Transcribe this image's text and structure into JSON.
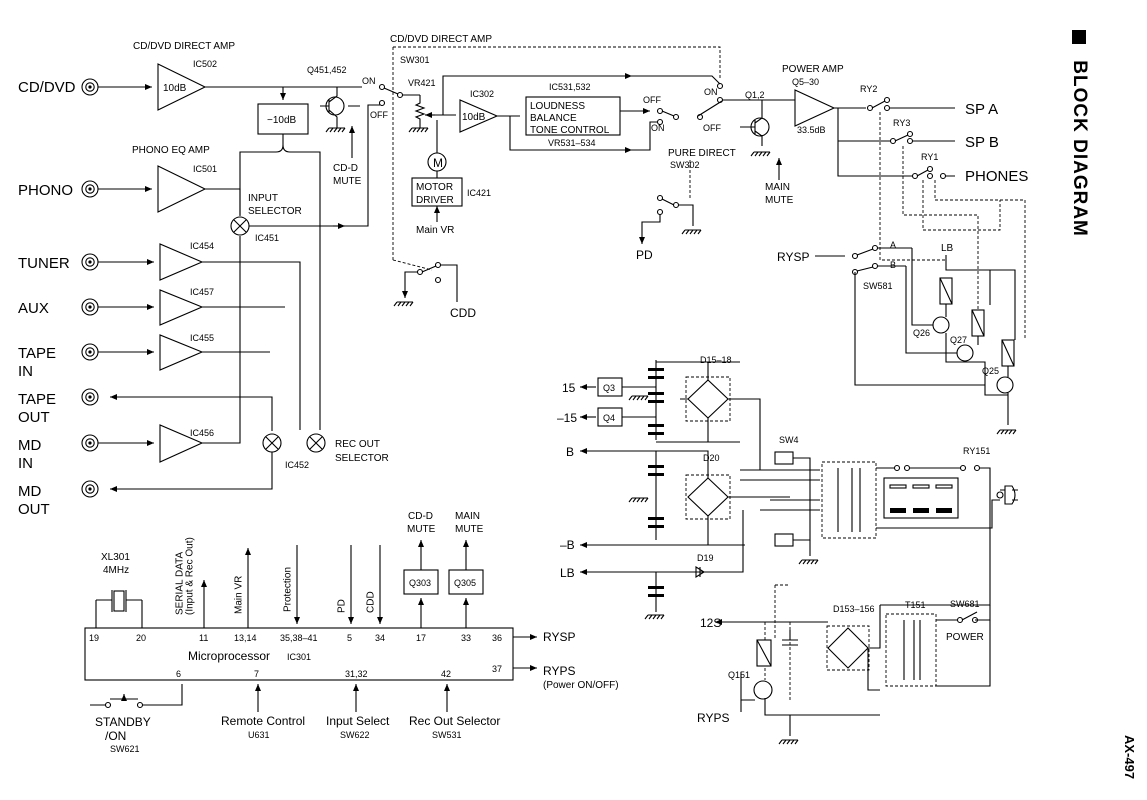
{
  "title": "BLOCK DIAGRAM",
  "model": "AX-497",
  "inputs": {
    "cd_dvd": "CD/DVD",
    "phono": "PHONO",
    "tuner": "TUNER",
    "aux": "AUX",
    "tape_in_1": "TAPE",
    "tape_in_2": "IN",
    "tape_out_1": "TAPE",
    "tape_out_2": "OUT",
    "md_in_1": "MD",
    "md_in_2": "IN",
    "md_out_1": "MD",
    "md_out_2": "OUT"
  },
  "labels": {
    "cd_direct_amp": "CD/DVD DIRECT AMP",
    "cd_direct_amp_top": "CD/DVD DIRECT AMP",
    "ic502": "IC502",
    "gain_10db": "10dB",
    "q451": "Q451,452",
    "minus10": "−10dB",
    "phono_eq": "PHONO EQ AMP",
    "ic501": "IC501",
    "input_sel_1": "INPUT",
    "input_sel_2": "SELECTOR",
    "ic451": "IC451",
    "ic454": "IC454",
    "ic457": "IC457",
    "ic455": "IC455",
    "ic456": "IC456",
    "rec_out_1": "REC OUT",
    "rec_out_2": "SELECTOR",
    "ic452": "IC452",
    "sw301": "SW301",
    "on": "ON",
    "off": "OFF",
    "cdd_mute_1": "CD-D",
    "cdd_mute_2": "MUTE",
    "vr421": "VR421",
    "ic302": "IC302",
    "gain2": "10dB",
    "motor_m": "M",
    "motor_1": "MOTOR",
    "motor_2": "DRIVER",
    "ic421": "IC421",
    "main_vr": "Main VR",
    "cdd": "CDD",
    "ic531": "IC531,532",
    "loud_1": "LOUDNESS",
    "loud_2": "BALANCE",
    "loud_3": "TONE CONTROL",
    "vr531": "VR531–534",
    "off2": "OFF",
    "on2": "ON",
    "off3": "OFF",
    "pure_direct": "PURE DIRECT",
    "sw302": "SW302",
    "pd": "PD",
    "power_amp": "POWER AMP",
    "q5": "Q5–30",
    "on3": "ON",
    "q12": "Q1,2",
    "gain3": "33.5dB",
    "main_mute_1": "MAIN",
    "main_mute_2": "MUTE",
    "ry2": "RY2",
    "ry3": "RY3",
    "ry1": "RY1",
    "spa": "SP A",
    "spb": "SP B",
    "phones": "PHONES",
    "rysp": "RYSP",
    "a": "A",
    "b": "B",
    "sw581": "SW581",
    "lb": "LB",
    "q26": "Q26",
    "q27": "Q27",
    "q25": "Q25",
    "p15": "15",
    "m15": "–15",
    "q3": "Q3",
    "q4": "Q4",
    "d15": "D15–18",
    "d20": "D20",
    "sw4": "SW4",
    "bplus": "B",
    "bminus": "–B",
    "lb2": "LB",
    "d19": "D19",
    "ry151": "RY151",
    "s12": "12S",
    "q151": "Q151",
    "ryps_in": "RYPS",
    "d153": "D153–156",
    "t151": "T151",
    "sw681": "SW681",
    "power": "POWER"
  },
  "micro": {
    "title": "Microprocessor",
    "ic": "IC301",
    "xl_1": "XL301",
    "xl_2": "4MHz",
    "pins": {
      "p19": "19",
      "p20": "20",
      "p11": "11",
      "p1314": "13,14",
      "p35": "35,38–41",
      "p5": "5",
      "p34": "34",
      "p17": "17",
      "p33": "33",
      "p36": "36",
      "p37": "37",
      "p6": "6",
      "p7": "7",
      "p3132": "31,32",
      "p42": "42"
    },
    "serial_1": "SERIAL DATA",
    "serial_2": "(Input & Rec Out)",
    "main_vr": "Main VR",
    "protection": "Protection",
    "pd": "PD",
    "cdd": "CDD",
    "cdd_mute_1": "CD-D",
    "cdd_mute_2": "MUTE",
    "main_mute_1": "MAIN",
    "main_mute_2": "MUTE",
    "q303": "Q303",
    "q305": "Q305",
    "rysp": "RYSP",
    "ryps": "RYPS",
    "ryps_note": "(Power ON/OFF)",
    "standby_1": "STANDBY",
    "standby_2": "/ON",
    "sw621": "SW621",
    "remote": "Remote Control",
    "u631": "U631",
    "input_sel": "Input Select",
    "sw622": "SW622",
    "rec_sel": "Rec Out Selector",
    "sw531": "SW531"
  }
}
